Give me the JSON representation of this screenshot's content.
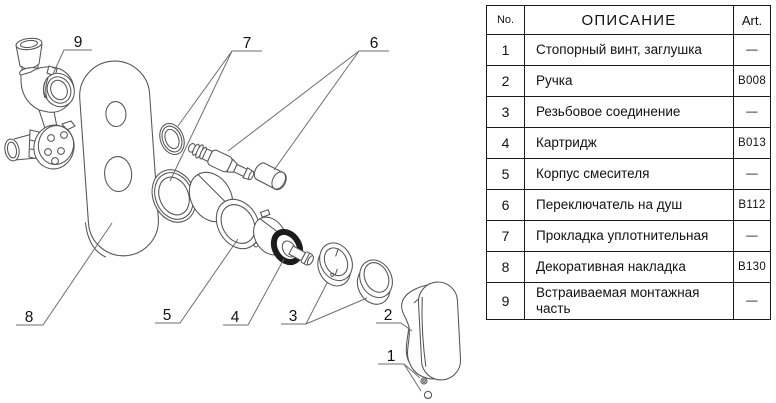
{
  "colors": {
    "drawing_line": "#555555",
    "leader_line": "#6e6e6e",
    "text_ink": "#111111",
    "table_border": "#1a1a1a"
  },
  "diagram": {
    "callouts": [
      "1",
      "2",
      "3",
      "4",
      "5",
      "6",
      "7",
      "8",
      "9"
    ]
  },
  "table": {
    "headers": {
      "no": "No.",
      "description": "ОПИСАНИЕ",
      "art": "Art."
    },
    "rows": [
      {
        "no": "1",
        "description": "Стопорный винт, заглушка",
        "art": "—"
      },
      {
        "no": "2",
        "description": "Ручка",
        "art": "B008"
      },
      {
        "no": "3",
        "description": "Резьбовое соединение",
        "art": "—"
      },
      {
        "no": "4",
        "description": "Картридж",
        "art": "B013"
      },
      {
        "no": "5",
        "description": "Корпус смесителя",
        "art": "—"
      },
      {
        "no": "6",
        "description": "Переключатель на душ",
        "art": "B112"
      },
      {
        "no": "7",
        "description": "Прокладка уплотнительная",
        "art": "—"
      },
      {
        "no": "8",
        "description": "Декоративная накладка",
        "art": "B130"
      },
      {
        "no": "9",
        "description": "Встраиваемая монтажная часть",
        "art": "—"
      }
    ]
  }
}
